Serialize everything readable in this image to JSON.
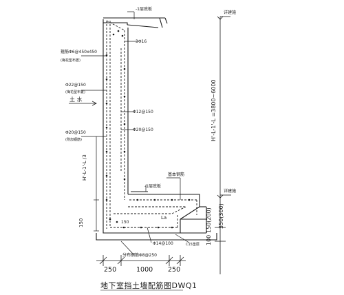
{
  "diagram": {
    "caption": "地下室挡土墙配筋图DWQ1",
    "labels": {
      "floor_slab": "-1层底板",
      "lower_slab": "-1层底板",
      "top_bars": "3Φ16",
      "stirrup": "箍筋Φ6@450x450",
      "stirrup_note": "(梅花型布置)",
      "outer_bar": "Φ22@150",
      "outer_note": "(梅花型布置)",
      "inner_bar": "Φ12@150",
      "mid_outer_bar": "Φ20@150",
      "mid_outer_note": "(附加钢筋)",
      "mid_inner_bar": "Φ20@150",
      "soil": "土 水",
      "h_left": "H'-L-1'-L /3",
      "h_right": "H'-L-1'-L =3800~6000",
      "datum_top": "详建施",
      "datum_bottom": "详建施",
      "base_note": "基本钢筋",
      "la": "La",
      "v150": "150",
      "v150b": "150",
      "base_bottom_bar": "Φ14@100",
      "dist_bar": "分布钢筋Φ8@250",
      "c15": "C15垫层",
      "dim_150a": "150",
      "dim_vertical": "150(200)",
      "dim_100": "100",
      "dim_350": "350(300)",
      "dim_250_left": "250",
      "dim_1000": "1000",
      "dim_250_right": "250"
    }
  }
}
